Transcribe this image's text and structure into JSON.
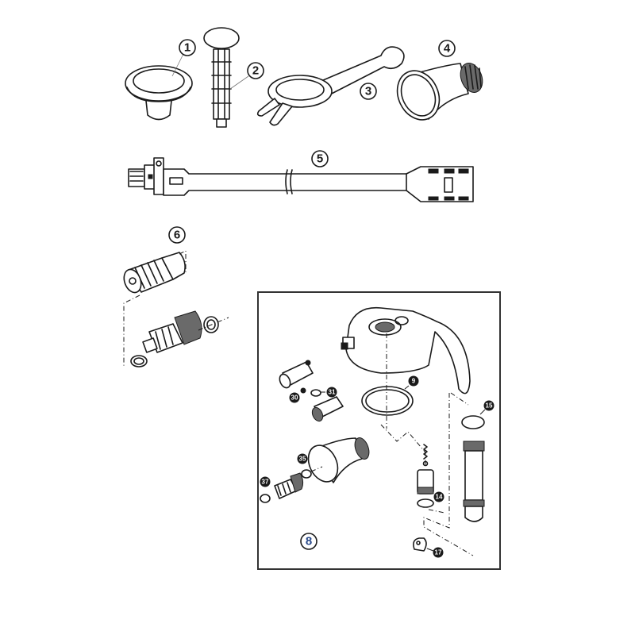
{
  "diagram": {
    "type": "exploded-parts-diagram",
    "parts": [
      {
        "number": "1",
        "description": "knob / cap"
      },
      {
        "number": "2",
        "description": "plunger rod with disc top"
      },
      {
        "number": "3",
        "description": "clamp wrench / ring tool"
      },
      {
        "number": "4",
        "description": "bell-shaped nozzle"
      },
      {
        "number": "5",
        "description": "extension lance / wand"
      },
      {
        "number": "6",
        "description": "nozzle assembly with knurled cap and seals"
      },
      {
        "number": "8",
        "description": "sprayer head assembly (boxed detail)"
      }
    ],
    "inset": {
      "label": "8",
      "callouts": [
        {
          "number": "9",
          "description": "large O-ring gasket"
        },
        {
          "number": "14",
          "description": "valve seal ring"
        },
        {
          "number": "15",
          "description": "cylinder seal ring"
        },
        {
          "number": "17",
          "description": "clip"
        },
        {
          "number": "30",
          "description": "small ball / seal"
        },
        {
          "number": "31",
          "description": "O-ring"
        },
        {
          "number": "35",
          "description": "nozzle washer"
        },
        {
          "number": "37",
          "description": "nozzle O-ring"
        }
      ]
    }
  },
  "labels": {
    "l1": "1",
    "l2": "2",
    "l3": "3",
    "l4": "4",
    "l5": "5",
    "l6": "6",
    "l8": "8",
    "c9": "9",
    "c14": "14",
    "c15": "15",
    "c17": "17",
    "c30": "30",
    "c31": "31",
    "c35": "35",
    "c37": "37"
  }
}
